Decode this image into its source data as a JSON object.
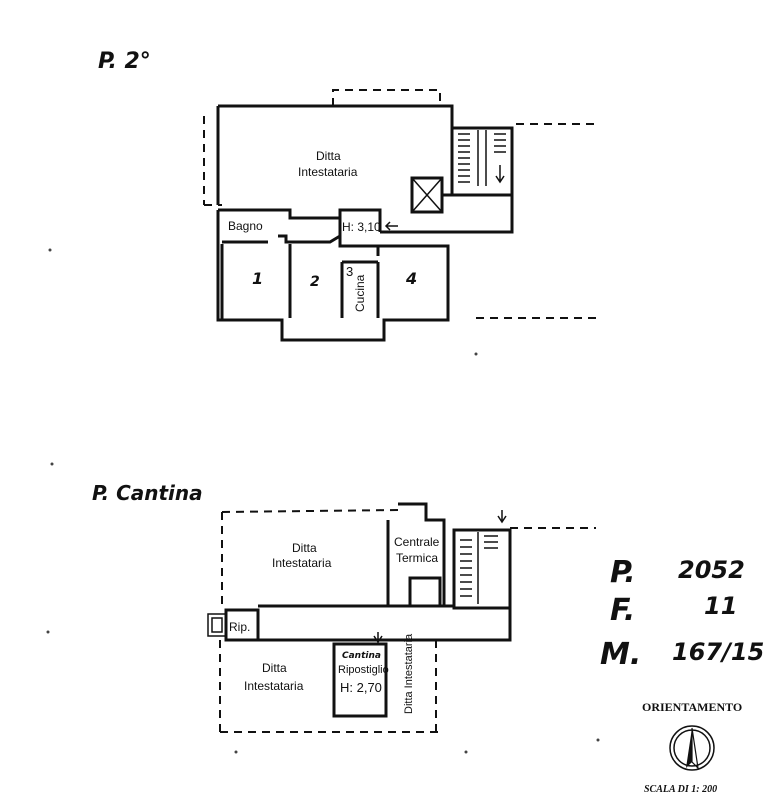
{
  "floor2": {
    "title": "P. 2°",
    "labels": {
      "ditta1": "Ditta",
      "ditta2": "Intestataria",
      "bagno": "Bagno",
      "height": "H: 3,10",
      "room1": "1",
      "room2": "2",
      "room3": "3",
      "room4": "4",
      "cucina": "Cucina"
    }
  },
  "cantina": {
    "title": "P. Cantina",
    "labels": {
      "ditta_top1": "Ditta",
      "ditta_top2": "Intestataria",
      "centrale1": "Centrale",
      "centrale2": "Termica",
      "rip": "Rip.",
      "ditta_left1": "Ditta",
      "ditta_left2": "Intestataria",
      "cantina_word": "Cantina",
      "ripostiglio": "Ripostiglio",
      "height": "H: 2,70",
      "ditta_vert": "Ditta Intestataria"
    }
  },
  "catasto": {
    "p_label": "P.",
    "p_value": "2052",
    "f_label": "F.",
    "f_value": "11",
    "m_label": "M.",
    "m_value": "167/15"
  },
  "orientamento": "ORIENTAMENTO",
  "scala": "SCALA DI 1: 200",
  "icons": {
    "compass": "north-arrow-icon",
    "stairs": "stairs-icon",
    "elevator": "elevator-icon"
  }
}
